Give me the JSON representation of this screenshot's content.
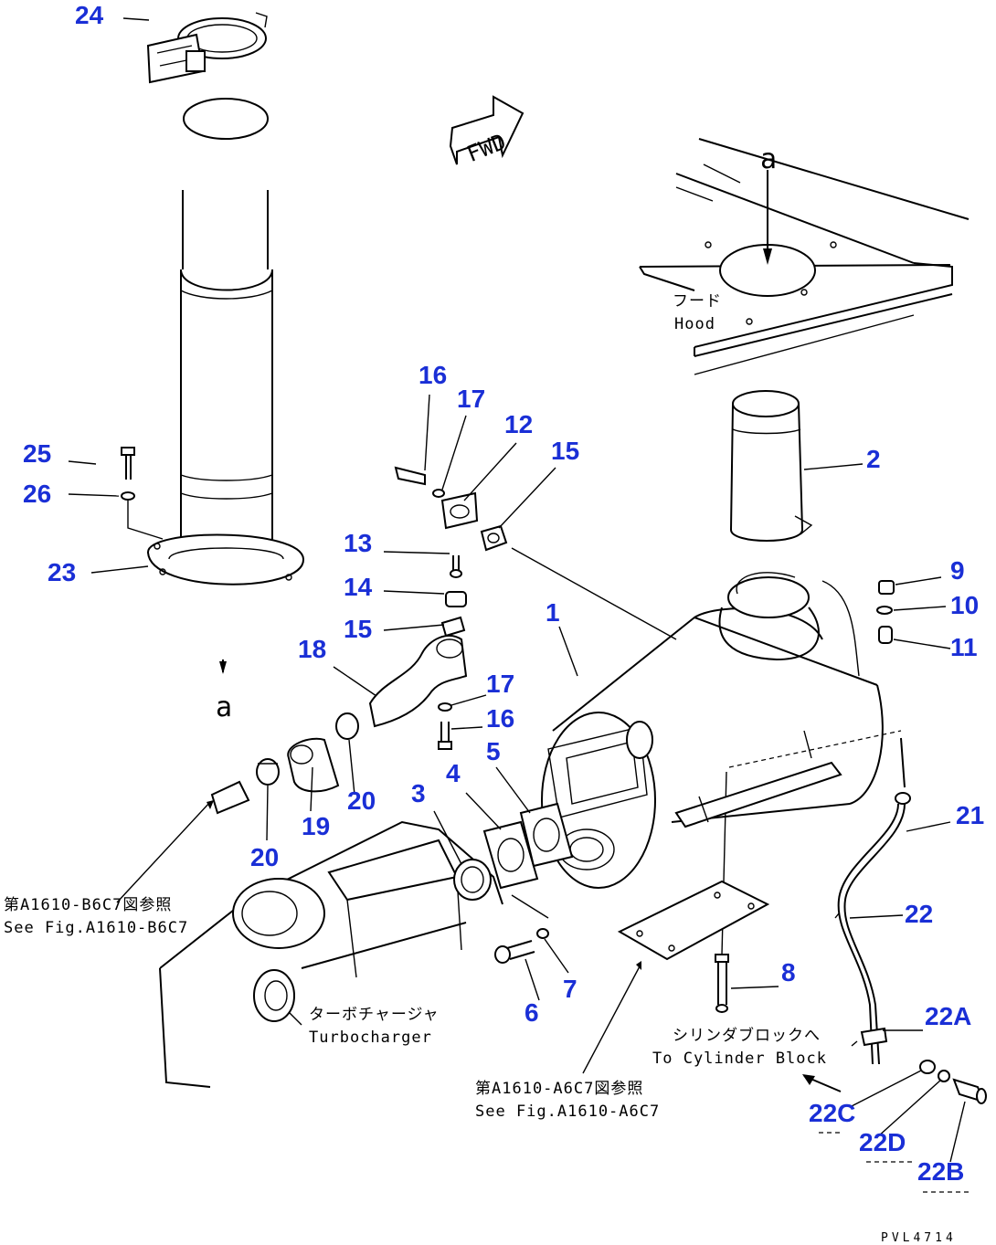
{
  "callouts": {
    "c1": "1",
    "c2": "2",
    "c3": "3",
    "c4": "4",
    "c5": "5",
    "c6": "6",
    "c7": "7",
    "c8": "8",
    "c9": "9",
    "c10": "10",
    "c11": "11",
    "c12": "12",
    "c13": "13",
    "c14": "14",
    "c15a": "15",
    "c15b": "15",
    "c16a": "16",
    "c16b": "16",
    "c17a": "17",
    "c17b": "17",
    "c18": "18",
    "c19": "19",
    "c20a": "20",
    "c20b": "20",
    "c21": "21",
    "c22": "22",
    "c22A": "22A",
    "c22B": "22B",
    "c22C": "22C",
    "c22D": "22D",
    "c23": "23",
    "c24": "24",
    "c25": "25",
    "c26": "26"
  },
  "annotations": {
    "fwd": "FWD",
    "view_a_top": "a",
    "view_a_left": "a",
    "hood_jp": "フード",
    "hood_en": "Hood",
    "turbo_jp": "ターボチャージャ",
    "turbo_en": "Turbocharger",
    "cyl_jp": "シリンダブロックへ",
    "cyl_en": "To Cylinder Block",
    "ref1_jp": "第A1610-B6C7図参照",
    "ref1_en": "See Fig.A1610-B6C7",
    "ref2_jp": "第A1610-A6C7図参照",
    "ref2_en": "See Fig.A1610-A6C7",
    "figure_code": "PVL4714"
  },
  "colors": {
    "callout": "#1a2fd6",
    "line": "#000000",
    "background": "#ffffff"
  }
}
